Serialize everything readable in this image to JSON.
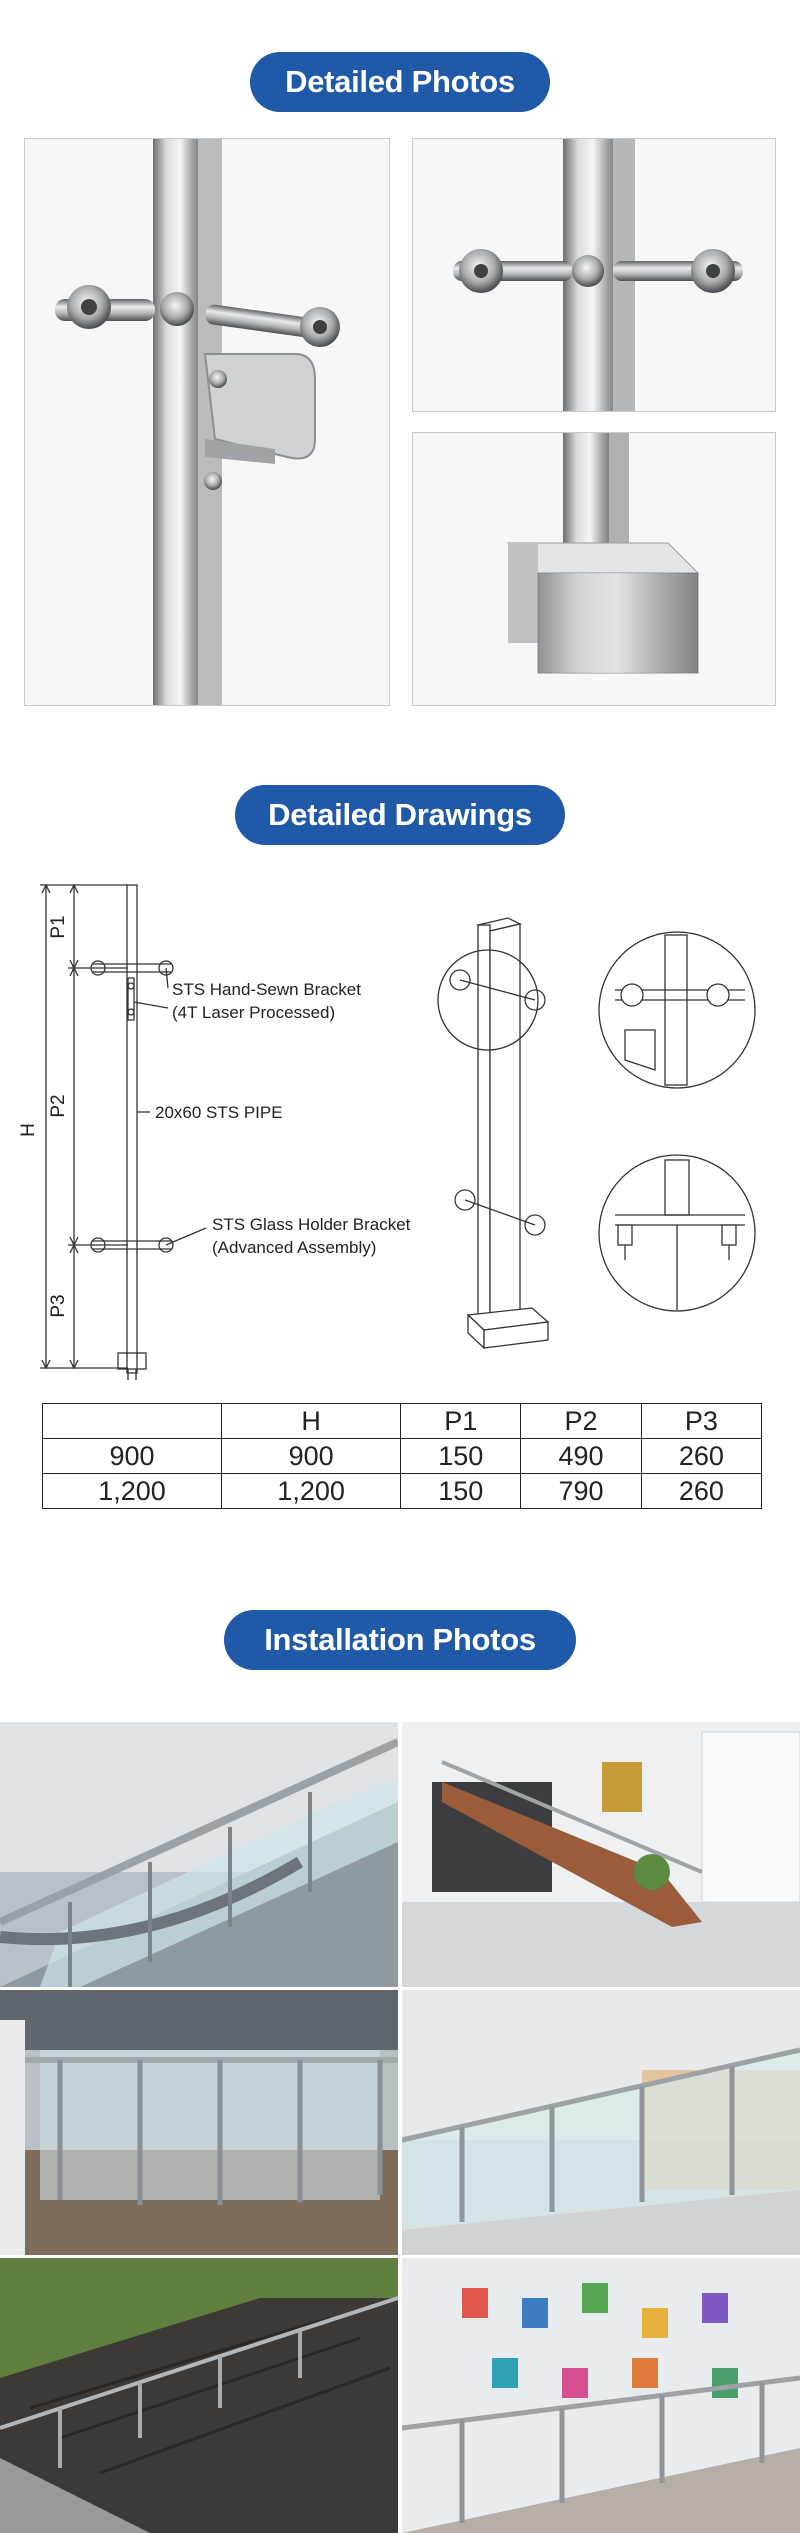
{
  "sections": {
    "detailed_photos": "Detailed Photos",
    "detailed_drawings": "Detailed Drawings",
    "installation_photos": "Installation Photos"
  },
  "drawing": {
    "dim_h": "H",
    "dim_p1": "P1",
    "dim_p2": "P2",
    "dim_p3": "P3",
    "callout_bracket": "STS Hand-Sewn Bracket",
    "callout_bracket_note": "(4T Laser Processed)",
    "callout_pipe": "20x60 STS PIPE",
    "callout_holder": "STS Glass Holder Bracket",
    "callout_holder_note": "(Advanced Assembly)"
  },
  "table": {
    "headers": [
      "",
      "H",
      "P1",
      "P2",
      "P3"
    ],
    "rows": [
      [
        "900",
        "900",
        "150",
        "490",
        "260"
      ],
      [
        "1,200",
        "1,200",
        "150",
        "790",
        "260"
      ]
    ]
  },
  "colors": {
    "accent": "#1f59a8",
    "steel_dark": "#5c5f63",
    "steel_light": "#e7e8ea"
  }
}
